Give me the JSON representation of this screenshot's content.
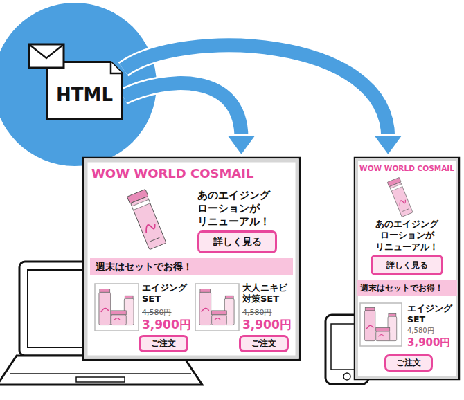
{
  "diagram": {
    "nodes": [
      {
        "text": [
          "HTML"
        ]
      },
      {
        "text": [
          "WOW WORLD COSMAIL",
          "あのエイジング ローションが リニューアル！"
        ]
      },
      {
        "text": [
          "詳しく見る"
        ],
        "in": 1
      },
      {
        "text": [
          "週末はセットでお得！"
        ],
        "in": 1
      },
      {
        "text": [
          "エイジング SET",
          "4,580円",
          "3,900円"
        ],
        "in": 1
      },
      {
        "text": [
          "ご注文"
        ],
        "in": 1
      },
      {
        "text": [
          "大人ニキビ 対策SET",
          "4,580円",
          "3,900円"
        ],
        "in": 1
      },
      {
        "text": [
          "ご注文"
        ],
        "in": 1
      },
      {
        "text": [
          "WOW WORLD COSMAIL",
          "あのエイジング ローションが リニューアル！"
        ]
      },
      {
        "text": [
          "詳しく見る"
        ],
        "in": 8
      },
      {
        "text": [
          "週末はセットでお得！"
        ],
        "in": 8
      },
      {
        "text": [
          "エイジング SET",
          "4,580円",
          "3,900円"
        ],
        "in": 8
      },
      {
        "text": [
          "ご注文"
        ],
        "in": 8
      }
    ],
    "edges": [
      {
        "from": 0,
        "to": 1,
        "arrow": "to"
      },
      {
        "from": 0,
        "to": 8,
        "arrow": "to"
      }
    ]
  }
}
